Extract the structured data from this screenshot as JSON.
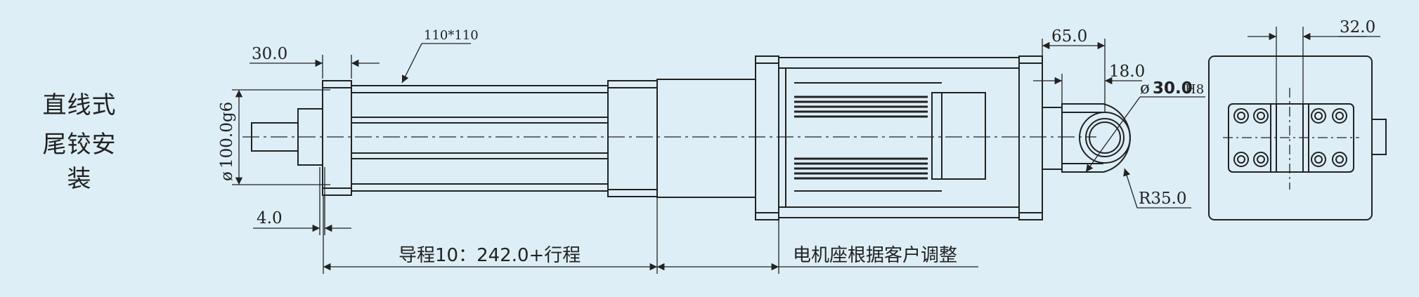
{
  "title": {
    "line1": "直线式",
    "line2": "尾铰安装"
  },
  "dimensions": {
    "flange_width": "30.0",
    "tube_section": "110*110",
    "diameter_prefix": "ø",
    "diameter": "100.0g6",
    "offset": "4.0",
    "lead_length": "导程10：242.0+行程",
    "motor_seat": "电机座根据客户调整",
    "clevis_length": "65.0",
    "clevis_offset": "18.0",
    "bore_prefix": "ø",
    "bore_value": "30.0",
    "bore_fit": "H8",
    "radius": "R35.0",
    "side_width": "32.0"
  },
  "colors": {
    "background": "#ddeef7",
    "line": "#222222"
  }
}
